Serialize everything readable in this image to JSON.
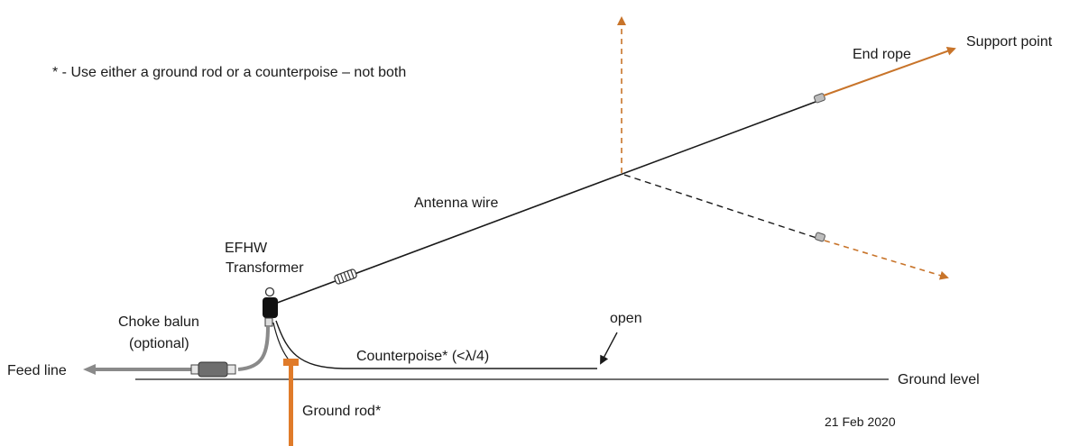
{
  "note": "* - Use either a ground rod or a counterpoise – not both",
  "labels": {
    "end_rope": "End rope",
    "support_point": "Support point",
    "antenna_wire": "Antenna wire",
    "transformer_line1": "EFHW",
    "transformer_line2": "Transformer",
    "choke_line1": "Choke balun",
    "choke_line2": "(optional)",
    "feed_line": "Feed line",
    "counterpoise": "Counterpoise* (<λ/4)",
    "open": "open",
    "ground_level": "Ground level",
    "ground_rod": "Ground rod*",
    "date": "21 Feb 2020"
  },
  "colors": {
    "wire": "#1a1a1a",
    "rope": "#c8742a",
    "feedline": "#8a8a8a",
    "ground_rod": "#e07b2a"
  }
}
